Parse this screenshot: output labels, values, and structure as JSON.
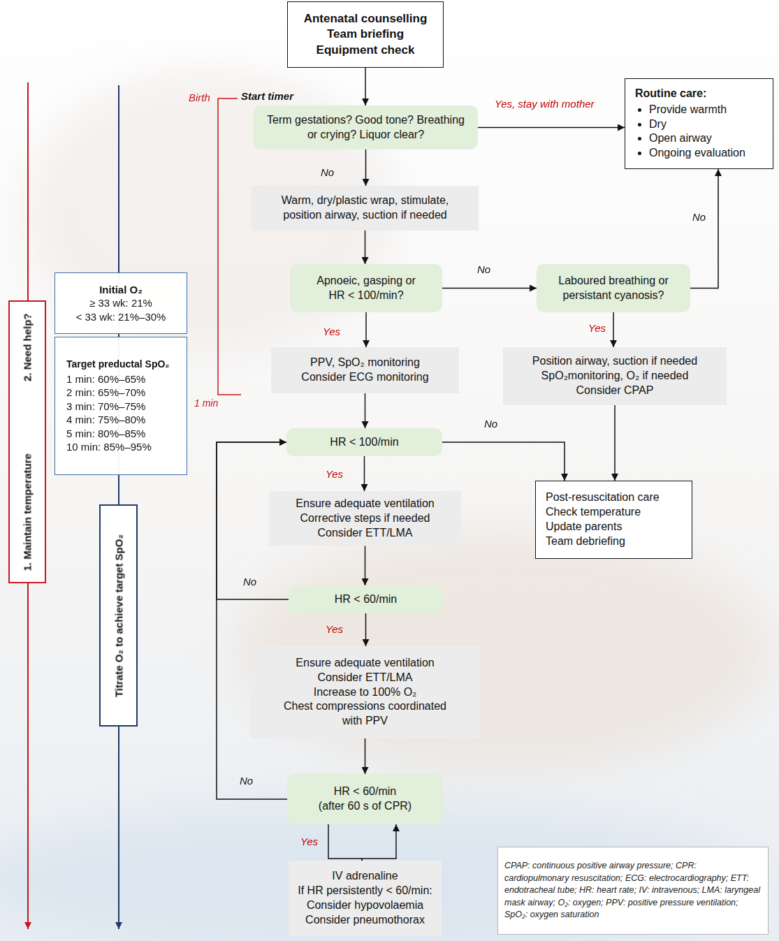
{
  "diagram": {
    "nodes": [
      {
        "text": [
          "Antenatal counselling",
          "Team briefing",
          "Equipment check"
        ]
      },
      {
        "text": [
          "Term gestations? Good tone? Breathing or crying? Liquor clear?"
        ]
      },
      {
        "text": [
          "Routine care:",
          "Provide warmth",
          "Dry",
          "Open airway",
          "Ongoing evaluation"
        ]
      },
      {
        "text": [
          "Warm, dry/plastic wrap, stimulate, position airway, suction if needed"
        ]
      },
      {
        "text": [
          "Apnoeic, gasping or HR < 100/min?"
        ]
      },
      {
        "text": [
          "Laboured breathing or persistant cyanosis?"
        ]
      },
      {
        "text": [
          "PPV, SpO₂ monitoring",
          "Consider ECG monitoring"
        ]
      },
      {
        "text": [
          "Position airway, suction if needed",
          "SpO₂monitoring, O₂ if needed",
          "Consider CPAP"
        ]
      },
      {
        "text": [
          "HR < 100/min"
        ]
      },
      {
        "text": [
          "Post-resuscitation care",
          "Check temperature",
          "Update parents",
          "Team debriefing"
        ]
      },
      {
        "text": [
          "Ensure adequate ventilation",
          "Corrective steps if needed",
          "Consider ETT/LMA"
        ]
      },
      {
        "text": [
          "HR < 60/min"
        ]
      },
      {
        "text": [
          "Ensure adequate ventilation",
          "Consider ETT/LMA",
          "Increase to 100% O₂",
          "Chest compressions coordinated with PPV"
        ]
      },
      {
        "text": [
          "HR < 60/min",
          "(after 60 s of CPR)"
        ]
      },
      {
        "text": [
          "IV adrenaline",
          "If HR persistently < 60/min:",
          "Consider hypovolaemia",
          "Consider pneumothorax"
        ]
      },
      {
        "text": [
          "Initial O₂",
          "≥ 33 wk: 21%",
          "< 33 wk: 21%–30%"
        ]
      },
      {
        "text": [
          "Target preductal SpO₂",
          "1 min: 60%–65%",
          "2 min: 65%–70%",
          "3 min: 70%–75%",
          "4 min: 75%–80%",
          "5 min: 80%–85%",
          "10 min: 85%–95%"
        ]
      },
      {
        "text": [
          "1. Maintain temperature",
          "2. Need help?"
        ]
      },
      {
        "text": [
          "Titrate O₂ to achieve target SpO₂"
        ]
      },
      {
        "text": [
          "CPAP: continuous positive airway pressure; CPR: cardiopulmonary resuscitation; ECG: electrocardiography; ETT: endotracheal tube; HR: heart rate; IV: intravenous; LMA: laryngeal mask airway; O₂: oxygen; PPV: positive pressure ventilation; SpO₂: oxygen saturation"
        ]
      }
    ],
    "edges": [
      {
        "from": 0,
        "to": 1,
        "arrow": "to"
      },
      {
        "from": 1,
        "to": 2,
        "label": "Yes, stay with mother",
        "arrow": "to"
      },
      {
        "from": 1,
        "to": 3,
        "label": "No",
        "arrow": "to"
      },
      {
        "from": 3,
        "to": 4,
        "arrow": "to"
      },
      {
        "from": 4,
        "to": 5,
        "label": "No",
        "arrow": "to"
      },
      {
        "from": 5,
        "to": 2,
        "label": "No",
        "arrow": "to"
      },
      {
        "from": 4,
        "to": 6,
        "label": "Yes",
        "arrow": "to"
      },
      {
        "from": 5,
        "to": 7,
        "label": "Yes",
        "arrow": "to"
      },
      {
        "from": 6,
        "to": 8,
        "arrow": "to"
      },
      {
        "from": 8,
        "to": 9,
        "label": "No",
        "arrow": "to"
      },
      {
        "from": 7,
        "to": 9,
        "arrow": "to"
      },
      {
        "from": 8,
        "to": 10,
        "label": "Yes",
        "arrow": "to"
      },
      {
        "from": 10,
        "to": 11,
        "arrow": "to"
      },
      {
        "from": 11,
        "to": 8,
        "label": "No",
        "arrow": "to"
      },
      {
        "from": 11,
        "to": 12,
        "label": "Yes",
        "arrow": "to"
      },
      {
        "from": 12,
        "to": 13,
        "arrow": "to"
      },
      {
        "from": 13,
        "to": 8,
        "label": "No",
        "arrow": "to"
      },
      {
        "from": 13,
        "to": 14,
        "label": "Yes",
        "arrow": "none"
      },
      {
        "from": 14,
        "to": 13,
        "arrow": "to"
      }
    ],
    "labels": [
      "Birth",
      "Start timer",
      "1 min"
    ]
  }
}
